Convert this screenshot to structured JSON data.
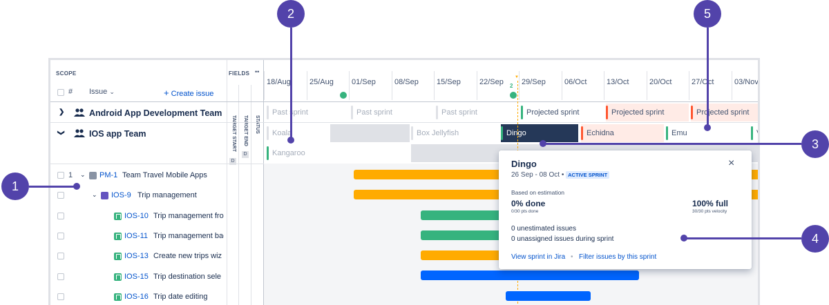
{
  "callouts": [
    "1",
    "2",
    "3",
    "4",
    "5"
  ],
  "scope": {
    "label": "SCOPE",
    "hash": "#",
    "issue_label": "Issue",
    "create_issue": "Create issue"
  },
  "fields": {
    "label": "FIELDS",
    "more": "••",
    "columns": [
      "TARGET START",
      "TARGET END",
      "STATUS"
    ],
    "badge": "D"
  },
  "timeline": {
    "dates": [
      "18/Aug",
      "25/Aug",
      "01/Sep",
      "08/Sep",
      "15/Sep",
      "22/Sep",
      "29/Sep",
      "06/Oct",
      "13/Oct",
      "20/Oct",
      "27/Oct",
      "03/Nov"
    ],
    "today_marker": "2"
  },
  "teams": [
    {
      "name": "Android App Development Team"
    },
    {
      "name": "IOS app Team"
    }
  ],
  "android_sprints": [
    "Past sprint",
    "Past sprint",
    "Past sprint",
    "Projected sprint",
    "Projected sprint",
    "Projected sprint"
  ],
  "ios_sprints": [
    "Koala",
    "Box Jellyfish",
    "Dingo",
    "Echidna",
    "Emu",
    "V",
    "Kangaroo"
  ],
  "issues": [
    {
      "num": "1",
      "key": "PM-1",
      "summary": "Team Travel Mobile Apps"
    },
    {
      "key": "IOS-9",
      "summary": "Trip management"
    },
    {
      "key": "IOS-10",
      "summary": "Trip management fro"
    },
    {
      "key": "IOS-11",
      "summary": "Trip management bac"
    },
    {
      "key": "IOS-13",
      "summary": "Create new trips wiz"
    },
    {
      "key": "IOS-15",
      "summary": "Trip destination sele"
    },
    {
      "key": "IOS-16",
      "summary": "Trip date editing"
    }
  ],
  "popup": {
    "title": "Dingo",
    "dates": "26 Sep - 08 Oct",
    "bullet": "•",
    "status": "ACTIVE SPRINT",
    "close": "×",
    "basis": "Based on estimation",
    "done_value": "0% done",
    "done_sub": "0/30 pts done",
    "full_value": "100% full",
    "full_sub": "30/30 pts velocity",
    "unestimated": "0 unestimated issues",
    "unassigned": "0 unassigned issues during sprint",
    "view_link": "View sprint in Jira",
    "sep": "•",
    "filter_link": "Filter issues by this sprint"
  },
  "colors": {
    "accent": "#5243aa",
    "link": "#0052cc",
    "yellow": "#ffab00",
    "green": "#36b37e",
    "blue": "#0065ff",
    "red": "#ff5630",
    "navy": "#253858"
  }
}
